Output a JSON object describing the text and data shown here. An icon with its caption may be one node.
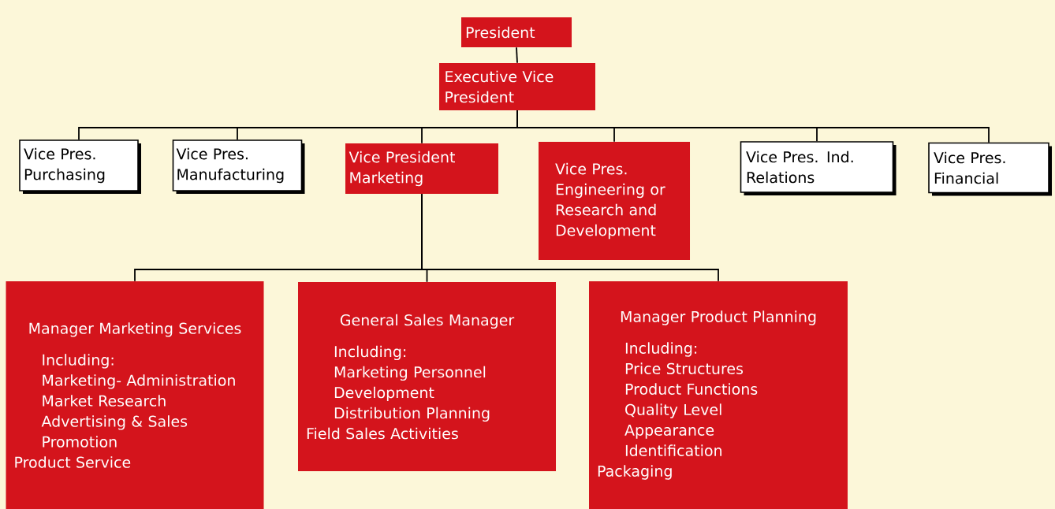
{
  "diagram": {
    "nodes": [
      {
        "text": [
          "President"
        ]
      },
      {
        "text": [
          "Executive Vice President"
        ]
      },
      {
        "text": [
          "Vice Pres. Purchasing"
        ]
      },
      {
        "text": [
          "Vice Pres. Manufacturing"
        ]
      },
      {
        "text": [
          "Vice President Marketing"
        ]
      },
      {
        "text": [
          "Vice Pres. Engineering or Research and Development"
        ]
      },
      {
        "text": [
          "Vice Pres. Ind. Relations"
        ]
      },
      {
        "text": [
          "Vice Pres. Financial"
        ]
      },
      {
        "text": [
          "Manager Marketing Services",
          "Including:",
          "Marketing- Administration",
          "Market Research",
          "Advertising & Sales Promotion",
          "Product Service"
        ]
      },
      {
        "text": [
          "General Sales Manager",
          "Including:",
          "Marketing Personnel Development",
          "Distribution Planning",
          "Field Sales Activities"
        ]
      },
      {
        "text": [
          "Manager Product Planning",
          "Including:",
          "Price Structures",
          "Product Functions",
          "Quality Level",
          "Appearance",
          "Identification",
          "Packaging"
        ]
      }
    ],
    "edges": [
      {
        "from": 0,
        "to": 1,
        "arrow": "none"
      },
      {
        "from": 1,
        "to": 2,
        "arrow": "none"
      },
      {
        "from": 1,
        "to": 3,
        "arrow": "none"
      },
      {
        "from": 1,
        "to": 4,
        "arrow": "none"
      },
      {
        "from": 1,
        "to": 5,
        "arrow": "none"
      },
      {
        "from": 1,
        "to": 6,
        "arrow": "none"
      },
      {
        "from": 1,
        "to": 7,
        "arrow": "none"
      },
      {
        "from": 4,
        "to": 8,
        "arrow": "none"
      },
      {
        "from": 4,
        "to": 9,
        "arrow": "none"
      },
      {
        "from": 4,
        "to": 10,
        "arrow": "none"
      }
    ]
  }
}
